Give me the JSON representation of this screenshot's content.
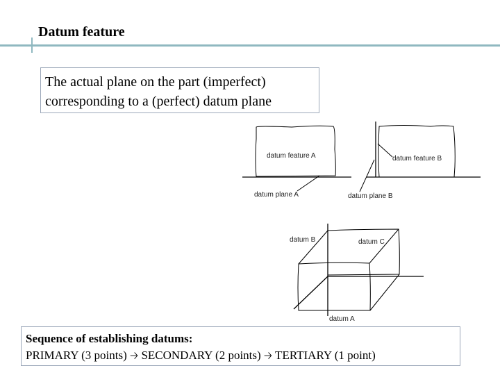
{
  "slide": {
    "title": "Datum feature",
    "definition_line1": "The actual plane on the part (imperfect)",
    "definition_line2": "corresponding to a (perfect) datum plane"
  },
  "figure_planes": {
    "feature_a": "datum feature A",
    "plane_a": "datum plane A",
    "feature_b": "datum feature B",
    "plane_b": "datum plane B"
  },
  "figure_box": {
    "datum_b": "datum B",
    "datum_c": "datum C",
    "datum_a": "datum A"
  },
  "sequence": {
    "heading": "Sequence of establishing datums:",
    "primary": "PRIMARY (3 points)",
    "secondary": "SECONDARY (2 points)",
    "tertiary": "TERTIARY (1 point)",
    "arrow": "🡢"
  }
}
